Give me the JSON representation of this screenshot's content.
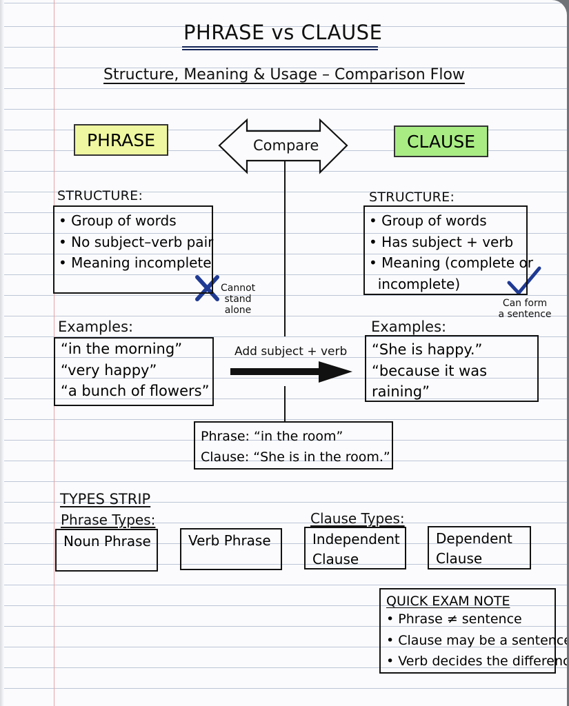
{
  "title": "PHRASE vs CLAUSE",
  "subtitle": "Structure, Meaning & Usage – Comparison Flow",
  "phrase_heading": "PHRASE",
  "clause_heading": "CLAUSE",
  "compare_label": "Compare",
  "phrase": {
    "structure_label": "STRUCTURE:",
    "structure_items": [
      "• Group of words",
      "• No subject–verb pair",
      "• Meaning incomplete"
    ],
    "cross_note": [
      "Cannot",
      "stand",
      "alone"
    ],
    "examples_label": "Examples:",
    "examples": [
      "“in the morning”",
      "“very happy”",
      "“a bunch of flowers”"
    ]
  },
  "clause": {
    "structure_label": "STRUCTURE:",
    "structure_items": [
      "• Group of words",
      "• Has subject + verb",
      "• Meaning (complete or",
      "  incomplete)"
    ],
    "check_note": [
      "Can form",
      "a sentence"
    ],
    "examples_label": "Examples:",
    "examples": [
      "“She is happy.”",
      "“because it was raining”"
    ]
  },
  "transform_label": "Add subject + verb",
  "comparison": {
    "phrase_line": "Phrase: “in the room”",
    "clause_line": "Clause: “She is in the room.”"
  },
  "types": {
    "strip_label": "TYPES STRIP",
    "phrase_types_label": "Phrase Types:",
    "clause_types_label": "Clause Types:",
    "noun_phrase": "Noun Phrase",
    "verb_phrase": "Verb Phrase",
    "independent_clause": [
      "Independent",
      "Clause"
    ],
    "dependent_clause": [
      "Dependent",
      "Clause"
    ]
  },
  "exam_note": {
    "title": "QUICK EXAM NOTE",
    "items": [
      "• Phrase ≠ sentence",
      "• Clause may be a sentence",
      "• Verb decides the difference"
    ]
  },
  "colors": {
    "phrase_highlight": "#eff7a0",
    "clause_highlight": "#a9ec84",
    "mark_blue": "#1f3a93",
    "ink": "#111111"
  },
  "icons": [
    "cross-icon",
    "check-icon",
    "double-arrow-icon",
    "right-arrow-icon"
  ]
}
